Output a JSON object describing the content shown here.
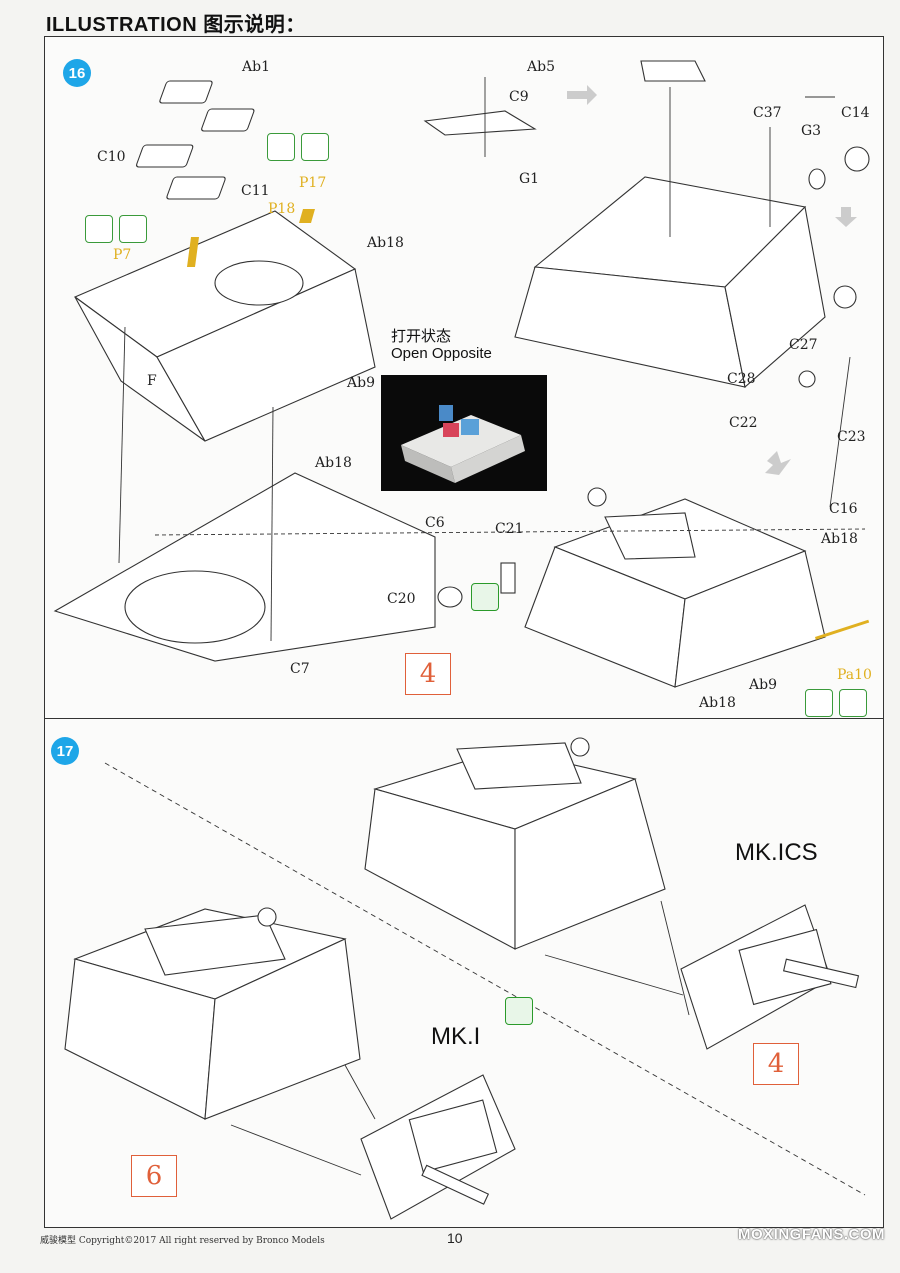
{
  "header": {
    "title": "ILLUSTRATION 图示说明："
  },
  "step16": {
    "number": "16",
    "labels": {
      "ab1": "Ab1",
      "c10": "C10",
      "c11": "C11",
      "p17": "P17",
      "p18": "P18",
      "p7": "P7",
      "ab18_a": "Ab18",
      "ab9_a": "Ab9",
      "ab18_b": "Ab18",
      "f": "F",
      "c6": "C6",
      "c7": "C7",
      "ab5": "Ab5",
      "c9": "C9",
      "g1": "G1",
      "c37": "C37",
      "g3": "G3",
      "c14": "C14",
      "c27": "C27",
      "c28": "C28",
      "c22": "C22",
      "c23": "C23",
      "c16": "C16",
      "c21": "C21",
      "ab18_c": "Ab18",
      "c20": "C20",
      "ab18_d": "Ab18",
      "ab9_b": "Ab9",
      "pa10": "Pa10"
    },
    "photo_caption_cn": "打开状态",
    "photo_caption_en": "Open Opposite",
    "ref_box": "4"
  },
  "step17": {
    "number": "17",
    "variant_ics": "MK.ICS",
    "variant_i": "MK.I",
    "ref_box_a": "4",
    "ref_box_b": "6"
  },
  "footer": {
    "text": "威骏模型  Copyright©2017   All right reserved by Bronco Models",
    "page": "10"
  },
  "watermark": "MOXINGFANS.COM",
  "colors": {
    "accent": "#1ea6e8",
    "photo_etch": "#e0b020",
    "ref": "#e0603a",
    "icon_green": "#3a9a3a"
  }
}
